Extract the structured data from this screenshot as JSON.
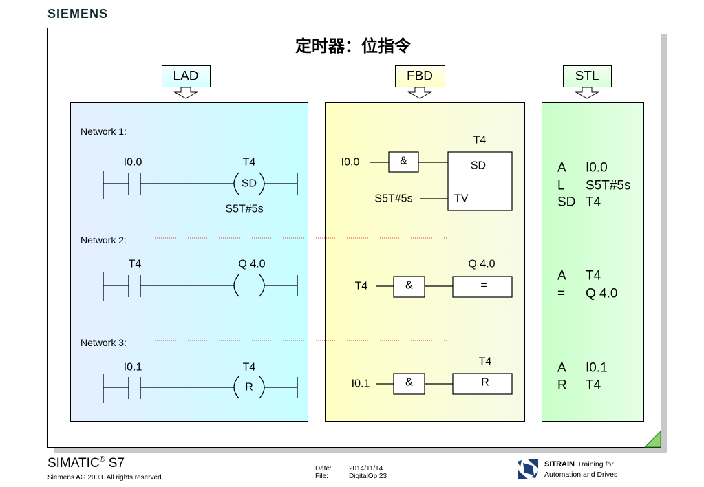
{
  "logo": "SIEMENS",
  "title": "定时器：位指令",
  "views": {
    "lad": "LAD",
    "fbd": "FBD",
    "stl": "STL"
  },
  "networks": [
    "Network 1:",
    "Network 2:",
    "Network 3:"
  ],
  "lad": {
    "n1": {
      "contact": "I0.0",
      "coil_operand": "T4",
      "coil": "SD",
      "time_value": "S5T#5s"
    },
    "n2": {
      "contact": "T4",
      "coil_operand": "Q 4.0"
    },
    "n3": {
      "contact": "I0.1",
      "coil_operand": "T4",
      "coil": "R"
    }
  },
  "fbd": {
    "n1": {
      "input": "I0.0",
      "gate": "&",
      "block_operand": "T4",
      "block": "SD",
      "tv_pin": "TV",
      "tv_value": "S5T#5s"
    },
    "n2": {
      "input": "T4",
      "gate": "&",
      "block_operand": "Q 4.0",
      "block": "="
    },
    "n3": {
      "input": "I0.1",
      "gate": "&",
      "block_operand": "T4",
      "block": "R"
    }
  },
  "stl": [
    [
      {
        "op": "A",
        "operand": "I0.0"
      },
      {
        "op": "L",
        "operand": "S5T#5s"
      },
      {
        "op": "SD",
        "operand": "T4"
      }
    ],
    [
      {
        "op": "A",
        "operand": "T4"
      },
      {
        "op": "=",
        "operand": "Q 4.0"
      }
    ],
    [
      {
        "op": "A",
        "operand": "I0.1"
      },
      {
        "op": "R",
        "operand": "T4"
      }
    ]
  ],
  "footer": {
    "product": "SIMATIC",
    "registered": "®",
    "model": "S7",
    "copyright": "Siemens AG 2003. All rights reserved.",
    "date_label": "Date:",
    "date": "2014/11/14",
    "file_label": "File:",
    "file": "DigitalOp.23",
    "brand": "SITRAIN",
    "tagline": "Training for",
    "division": "Automation and Drives"
  },
  "colors": {
    "logo": "#0e2a2a",
    "frame_shadow": "#c8c8c8",
    "lad_panel": [
      "#e6eeff",
      "#c6ffff"
    ],
    "fbd_panel": [
      "#ffffc2",
      "#f6fbe8"
    ],
    "stl_panel": [
      "#c8ffc8",
      "#e6ffe6"
    ],
    "network_separator": "#e04040",
    "corner_marker": "#8fd46a",
    "sitrain_logo": "#1c3f7a"
  },
  "icons": {
    "view_pointer": "down-arrow-icon",
    "sitrain": "sitrain-logo-icon",
    "corner": "corner-triangle-icon"
  }
}
